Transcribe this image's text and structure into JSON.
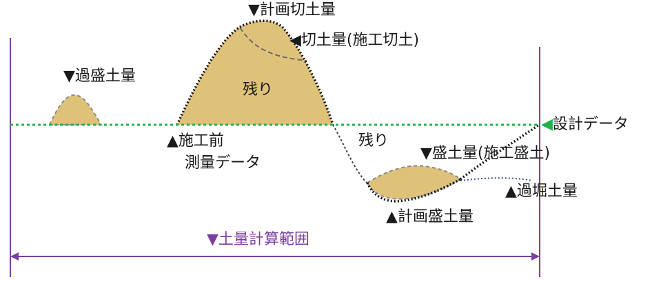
{
  "labels": {
    "planned_cut": "▼計画切土量",
    "actual_cut": "◀切土量(施工切土)",
    "over_fill": "▼過盛土量",
    "remain_top": "残り",
    "design_data": "設計データ",
    "design_marker": "◀",
    "pre_survey_1": "▲施工前",
    "pre_survey_2": "測量データ",
    "remain_bottom": "残り",
    "actual_fill": "▼盛土量(施工盛土)",
    "over_excavation": "▲過堀土量",
    "planned_fill": "▲計画盛土量",
    "calc_range": "▼土量計算範囲"
  },
  "colors": {
    "soil": "#dfc27a",
    "design_line": "#22b24c",
    "range": "#7a3fa0",
    "dashed_gray": "#8a8a8a"
  }
}
